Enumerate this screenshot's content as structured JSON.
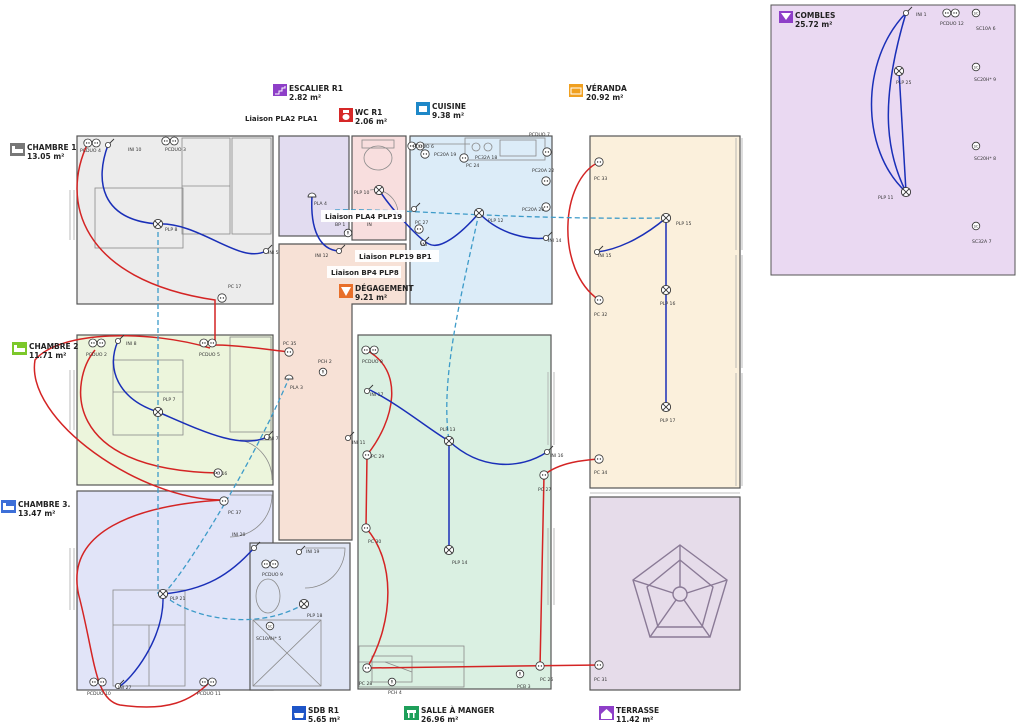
{
  "colors": {
    "circuit_lighting": "#1a2fb8",
    "circuit_power": "#d42424",
    "circuit_link": "#3d9bc9",
    "wall": "#555555"
  },
  "rooms": [
    {
      "id": "combles",
      "name": "COMBLES",
      "area": "25.72 m²",
      "icon": "attic-icon",
      "icon_color": "#8e3fc8",
      "fill": "#ead9f2"
    },
    {
      "id": "escalier",
      "name": "ESCALIER R1",
      "area": "2.82 m²",
      "icon": "stairs-icon",
      "icon_color": "#8e3fc8",
      "fill": "#e2dcf0"
    },
    {
      "id": "wc",
      "name": "WC R1",
      "area": "2.06 m²",
      "icon": "toilet-icon",
      "icon_color": "#d62828",
      "fill": "#f8dede"
    },
    {
      "id": "cuisine",
      "name": "CUISINE",
      "area": "9.38 m²",
      "icon": "cooking-pot-icon",
      "icon_color": "#1e88c8",
      "fill": "#dcecf8"
    },
    {
      "id": "veranda",
      "name": "VÉRANDA",
      "area": "20.92 m²",
      "icon": "sofa-icon",
      "icon_color": "#f0a020",
      "fill": "#fbf0dc"
    },
    {
      "id": "chambre1",
      "name": "CHAMBRE 1",
      "area": "13.05 m²",
      "icon": "bed-icon",
      "icon_color": "#777777",
      "fill": "#ececec"
    },
    {
      "id": "degagement",
      "name": "DÉGAGEMENT",
      "area": "9.21 m²",
      "icon": "hallway-icon",
      "icon_color": "#e86f2a",
      "fill": "#f7e1d6"
    },
    {
      "id": "chambre2",
      "name": "CHAMBRE 2",
      "area": "11.71 m²",
      "icon": "bed-icon",
      "icon_color": "#7cc82a",
      "fill": "#ecf5dc"
    },
    {
      "id": "chambre3",
      "name": "CHAMBRE 3.",
      "area": "13.47 m²",
      "icon": "bed-icon",
      "icon_color": "#3d6fd8",
      "fill": "#e1e4f8"
    },
    {
      "id": "salle_a_manger",
      "name": "SALLE À MANGER",
      "area": "26.96 m²",
      "icon": "dining-icon",
      "icon_color": "#1e9f5a",
      "fill": "#daf0e2"
    },
    {
      "id": "sdb",
      "name": "SDB R1",
      "area": "5.65 m²",
      "icon": "bath-icon",
      "icon_color": "#1e55c8",
      "fill": "#dfe5f5"
    },
    {
      "id": "terrasse",
      "name": "TERRASSE",
      "area": "11.42 m²",
      "icon": "house-icon",
      "icon_color": "#8e3fc8",
      "fill": "#e6dcea"
    }
  ],
  "links": {
    "pla2_pla1": "Liaison PLA2 PLA1",
    "pla4_plp19": "Liaison PLA4 PLP19",
    "plp19_bp1": "Liaison PLP19 BP1",
    "bp4_plp8": "Liaison BP4 PLP8"
  },
  "device_labels": {
    "combles_ini1": "INI 1",
    "combles_pcduo12": "PCDUO 12",
    "combles_sc10a6": "SC10A 6",
    "combles_sc20h9": "SC20H* 9",
    "combles_sc20h8": "SC20H* 8",
    "combles_sc32a7": "SC32A 7",
    "combles_plp25": "PLP 25",
    "combles_plp11": "PLP 11",
    "ch1_pcduo4": "PCDUO 4",
    "ch1_ini10": "INI 10",
    "ch1_pcduo3": "PCDUO 3",
    "ch1_plp8": "PLP 8",
    "ch1_ini5": "INI 5",
    "ch1_pc17": "PC 17",
    "esc_pla4": "PLA 4",
    "esc_bp1": "BP 1",
    "esc_ini12": "INI 12",
    "wc_plp10": "PLP 10",
    "wc_ini": "IN",
    "cui_pcduo6": "PCDUO 6",
    "cui_pcduo7": "PCDUO 7",
    "cui_pc20a19": "PC20A 19",
    "cui_pc32a18": "PC32A 18",
    "cui_pc24": "PC 24",
    "cui_pc20a22": "PC20A 22",
    "cui_pc27": "PC 27",
    "cui_plp12": "PLP 12",
    "cui_pc20a20": "PC20A 20",
    "cui_ini14": "INI 14",
    "cui_ini": "INI",
    "ver_pc33": "PC 33",
    "ver_plp15": "PLP 15",
    "ver_ini15": "INI 15",
    "ver_plp16": "PLP 16",
    "ver_pc32": "PC 32",
    "ver_plp17": "PLP 17",
    "ver_pc34": "PC 34",
    "ch2_pcduo2": "PCDUO 2",
    "ch2_ini8": "INI 8",
    "ch2_pcduo5": "PCDUO 5",
    "ch2_plp7": "PLP 7",
    "ch2_ini7": "INI 7",
    "ch2_pc16": "PC 16",
    "deg_pc35": "PC 35",
    "deg_pch2": "PCH 2",
    "deg_pla3": "PLA 3",
    "deg_ini11": "INI 11",
    "sam_pcduo8": "PCDUO 8",
    "sam_ini17": "INI 17",
    "sam_plp13": "PLP 13",
    "sam_pc29": "PC 29",
    "sam_ini16": "INI 16",
    "sam_pc27": "PC 27",
    "sam_pc30": "PC 30",
    "sam_plp14": "PLP 14",
    "sam_pc28": "PC 28",
    "sam_pc26": "PC 26",
    "sam_pch4": "PCH 4",
    "sam_pcb3": "PCB 3",
    "ch3_pc37": "PC 37",
    "ch3_ini20": "INI 20",
    "ch3_plp21": "PLP 21",
    "ch3_pcduo10": "PCDUO 10",
    "ch3_ini27": "INI 27",
    "ch3_pcduo11": "PCDUO 11",
    "sdb_ini19": "INI 19",
    "sdb_pcduo9": "PCDUO 9",
    "sdb_plp18": "PLP 18",
    "sdb_sc10ah5": "SC10AH* 5",
    "ter_pc31": "PC 31"
  }
}
